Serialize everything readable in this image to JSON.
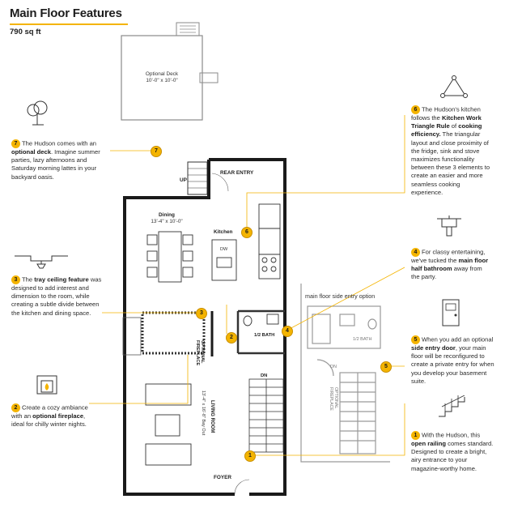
{
  "header": {
    "title": "Main Floor Features",
    "area": "790 sq ft"
  },
  "plan_labels": {
    "optional_deck": "Optional Deck",
    "optional_deck_size": "10'-0\" x 10'-0\"",
    "up": "UP",
    "rear_entry": "REAR ENTRY",
    "dining": "Dining",
    "dining_size": "13'-4\" x 10'-0\"",
    "kitchen": "Kitchen",
    "dw": "DW",
    "optional_fireplace": "OPTIONAL FIREPLACE",
    "half_bath": "1/2 BATH",
    "dn": "DN",
    "living_room": "LIVING ROOM",
    "living_size": "13'-4\" x 16'-8\" Bay Out",
    "foyer": "FOYER",
    "side_entry_title": "main floor side entry option",
    "side_half_bath": "1/2 BATH",
    "side_dn": "DN",
    "side_optional_fireplace": "OPTIONAL FIREPLACE"
  },
  "callouts": [
    {
      "number": "7",
      "pre": "The Hudson comes with an ",
      "bold": "optional deck",
      "post": ". Imagine summer parties, lazy afternoons and Saturday morning lattes in your backyard oasis.",
      "icon": "tree-icon"
    },
    {
      "number": "3",
      "pre": "The ",
      "bold": "tray ceiling feature",
      "post": " was designed to add interest and dimension to the room, while creating a subtle divide between the kitchen and dining space.",
      "icon": "ceiling-light-icon"
    },
    {
      "number": "2",
      "pre": "Create a cozy ambiance with an ",
      "bold": "optional fireplace",
      "post": ", ideal for chilly winter nights.",
      "icon": "fireplace-icon"
    },
    {
      "number": "6",
      "pre": "The Hudson's kitchen follows the ",
      "bold": "Kitchen Work Triangle Rule",
      "mid": " of ",
      "bold2": "cooking efficiency.",
      "post": " The triangular layout and close proximity of the fridge, sink and stove maximizes functionality between these 3 elements to create an easier and more seamless cooking experience.",
      "icon": "triangle-icon"
    },
    {
      "number": "4",
      "pre": "For classy entertaining, we've tucked the ",
      "bold": "main floor half bathroom",
      "post": " away from the party.",
      "icon": "sink-icon"
    },
    {
      "number": "5",
      "pre": "When you add an optional ",
      "bold": "side entry door",
      "post": ", your main floor will be reconfigured to create a private entry for when you develop your basement suite.",
      "icon": "door-icon"
    },
    {
      "number": "1",
      "pre": "With the Hudson, this ",
      "bold": "open railing",
      "post": " comes standard. Designed to create a bright, airy entrance to your magazine-worthy home.",
      "icon": "stairs-icon"
    }
  ],
  "plan_markers": [
    "7",
    "6",
    "3",
    "2",
    "4",
    "5",
    "1"
  ],
  "colors": {
    "accent": "#f4b400",
    "wall": "#1a1a1a",
    "optional": "#9a9a9a"
  }
}
